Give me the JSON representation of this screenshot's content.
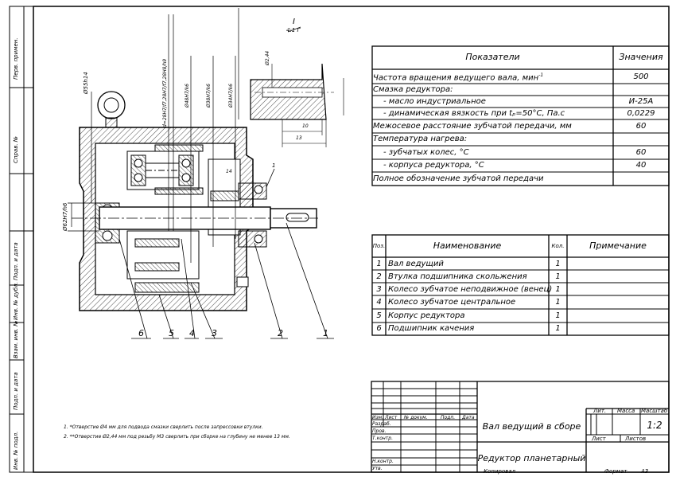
{
  "section_label": "I",
  "section_scale": "4:1 Г",
  "side_stamp": [
    "Перв. примен.",
    "Справ. №",
    "Подп. и дата",
    "Инв. № дубл.",
    "Взам. инв. №",
    "Подп. и дата",
    "Инв. № подл."
  ],
  "dimensions": {
    "d_left": "Ø62H7/h6",
    "d_top_left": "Ø55h14",
    "d_gear": "d=28H7/f7,28H7/f7,28H8/h9",
    "d_b1": "Ø48H7/k6",
    "d_b2": "Ø38H7/k6",
    "d_b3": "Ø34H7/k6",
    "d_top_right": "Ø2,44",
    "angle": "14",
    "len_10": "10",
    "len_13": "13",
    "pos_1": "1"
  },
  "positions": [
    "6",
    "5",
    "4",
    "3",
    "2",
    "1"
  ],
  "params_table": {
    "headers": [
      "Показатели",
      "Значения"
    ],
    "rows": [
      {
        "label": "Частота вращения ведущего вала, мин",
        "sup": "-1",
        "value": "500"
      },
      {
        "label": "Смазка редуктора:",
        "value": ""
      },
      {
        "label": "- масло индустриальное",
        "value": "И-25А",
        "indent": true
      },
      {
        "label": "- динамическая вязкость при tₚ=50°С, Па.с",
        "value": "0,0229",
        "indent": true
      },
      {
        "label": "Межосевое расстояние зубчатой передачи, мм",
        "value": "60"
      },
      {
        "label": "Температура нагрева:",
        "value": ""
      },
      {
        "label": "- зубчатых колес, °С",
        "value": "60",
        "indent": true
      },
      {
        "label": "- корпуса редуктора, °С",
        "value": "40",
        "indent": true
      },
      {
        "label": "Полное обозначение зубчатой передачи",
        "value": ""
      }
    ]
  },
  "parts_table": {
    "headers": [
      "Поз.",
      "Наименование",
      "Кол.",
      "Примечание"
    ],
    "rows": [
      {
        "pos": "1",
        "name": "Вал ведущий",
        "qty": "1"
      },
      {
        "pos": "2",
        "name": "Втулка подшипника скольжения",
        "qty": "1"
      },
      {
        "pos": "3",
        "name": "Колесо зубчатое неподвижное (венец)",
        "qty": "1"
      },
      {
        "pos": "4",
        "name": "Колесо зубчатое центральное",
        "qty": "1"
      },
      {
        "pos": "5",
        "name": "Корпус редуктора",
        "qty": "1"
      },
      {
        "pos": "6",
        "name": "Подшипник качения",
        "qty": "1"
      }
    ]
  },
  "notes": [
    "1.  *Отверстие Ø4 мм для подвода смазки сверлить после запрессовки втулки.",
    "2.  **Отверстие Ø2,44 мм под резьбу М3 сверлить при сборке на глубину не менее 13 мм."
  ],
  "title_block": {
    "col_headers": [
      "Изм.",
      "Лист",
      "№ докум.",
      "Подп.",
      "Дата"
    ],
    "row_labels": [
      "Разраб.",
      "Пров.",
      "Т.контр.",
      "",
      "Н.контр.",
      "Утв."
    ],
    "doc_title": "Вал ведущий в сборе",
    "lit_label": "Лит.",
    "mass_label": "Масса",
    "scale_label": "Масштаб",
    "scale_value": "1:2",
    "sheet_label": "Лист",
    "sheets_label": "Листов",
    "product_name": "Редуктор планетарный",
    "copied": "Копировал",
    "format_label": "Формат",
    "format_value": "А3"
  }
}
